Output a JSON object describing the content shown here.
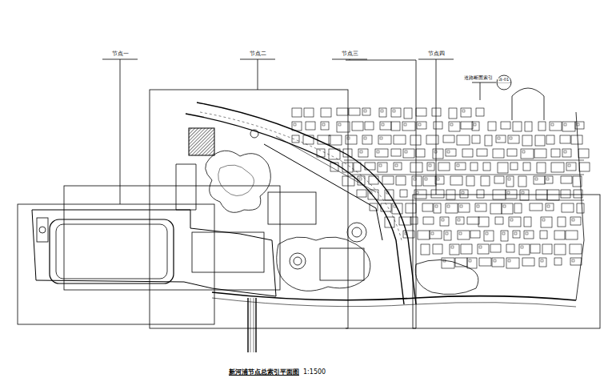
{
  "diagram": {
    "caption": "新河浦节点总索引平面图",
    "labels": [
      "节点一",
      "节点二",
      "节点三",
      "节点四",
      "道路断面索引",
      "详-01",
      "1:1500"
    ]
  }
}
